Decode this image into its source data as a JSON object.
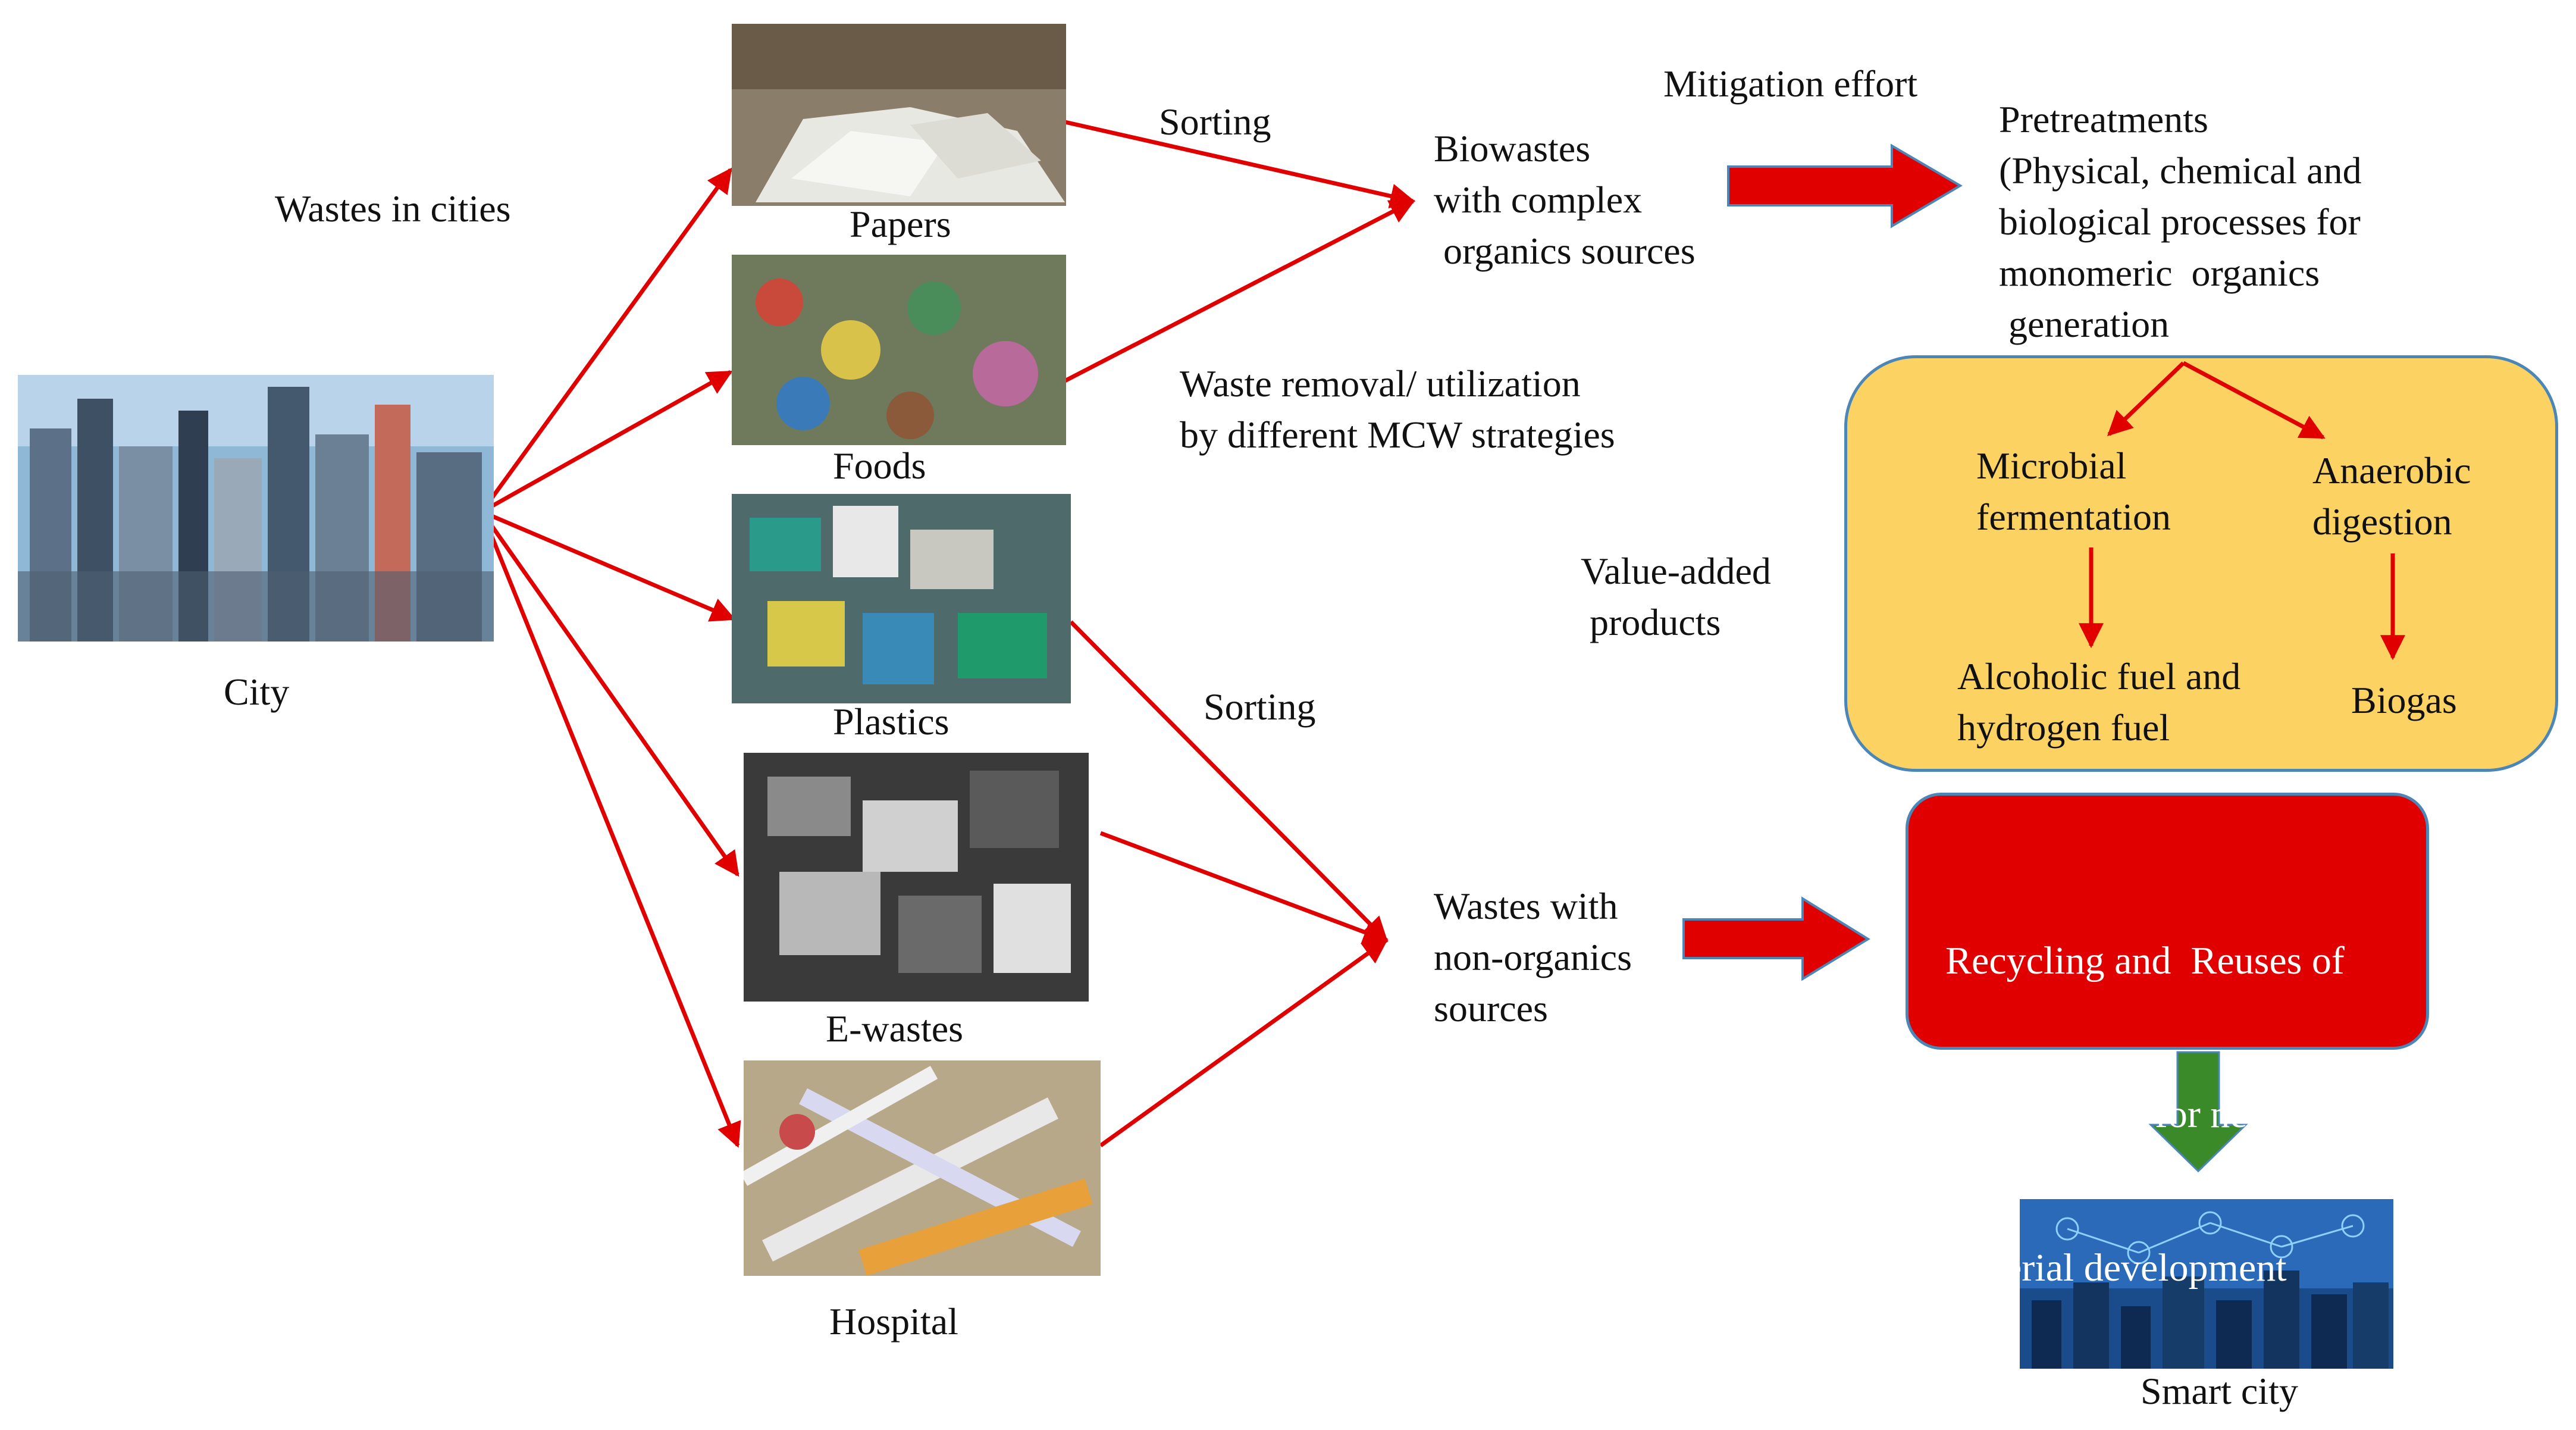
{
  "city": {
    "label": "City",
    "heading": "Wastes in cities"
  },
  "waste_types": [
    {
      "label": "Papers"
    },
    {
      "label": "Foods"
    },
    {
      "label": "Plastics"
    },
    {
      "label": "E-wastes"
    },
    {
      "label": "Hospital"
    }
  ],
  "sorting_top": "Sorting",
  "sorting_bottom": "Sorting",
  "mitigation": "Mitigation effort",
  "biowastes": {
    "line1": "Biowastes",
    "line2": "with complex",
    "line3": " organics sources"
  },
  "waste_removal": {
    "line1": "Waste removal/ utilization",
    "line2": "by different MCW strategies"
  },
  "pretreatments": {
    "line1": "Pretreatments",
    "line2": "(Physical, chemical and",
    "line3": "biological processes for",
    "line4": "monomeric  organics",
    "line5": " generation"
  },
  "value_added": {
    "line1": "Value-added",
    "line2": "products"
  },
  "microbial": {
    "line1": "Microbial",
    "line2": "fermentation"
  },
  "anaerobic": {
    "line1": "Anaerobic",
    "line2": "digestion"
  },
  "alcoholic": {
    "line1": "Alcoholic fuel and",
    "line2": "hydrogen fuel"
  },
  "biogas": "Biogas",
  "non_organics": {
    "line1": "Wastes with",
    "line2": "non-organics",
    "line3": "sources"
  },
  "recycling": {
    "line1": "Recycling and  Reuses of",
    "line2": "waste matter for new",
    "line3": "material development"
  },
  "smart_city": "Smart city",
  "colors": {
    "arrow_red": "#e00000",
    "yellow_box": "#fcd262",
    "red_box": "#e00000",
    "box_border": "#4a86b8",
    "green_arrow": "#3a8a2a"
  }
}
